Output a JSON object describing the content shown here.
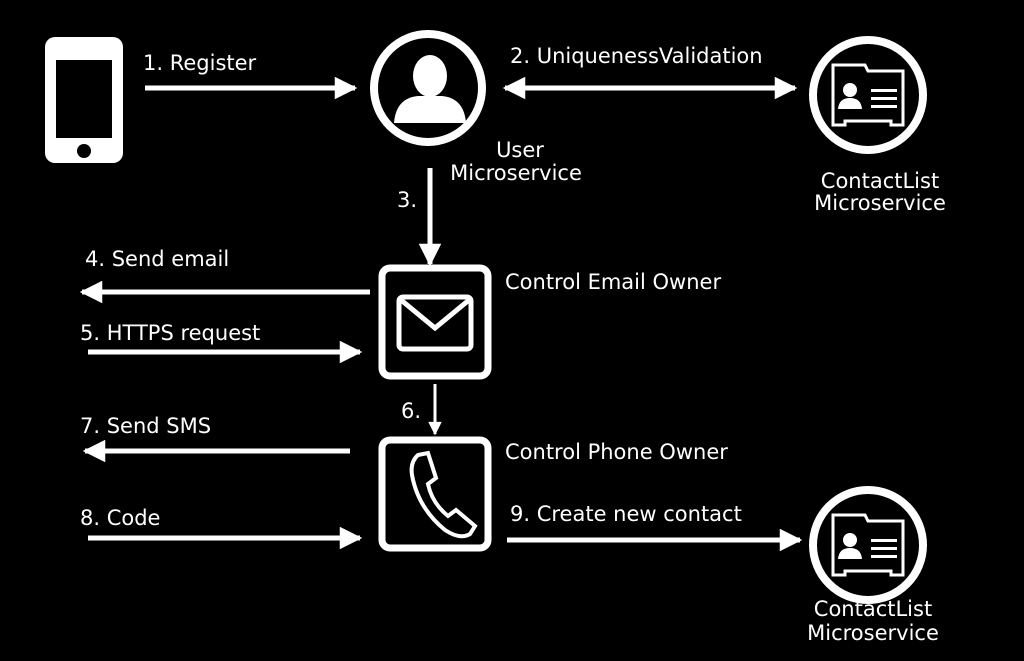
{
  "steps": {
    "s1": "1. Register",
    "s2": "2. UniquenessValidation",
    "s3": "3.",
    "s4": "4. Send email",
    "s5": "5. HTTPS request",
    "s6": "6.",
    "s7": "7. Send SMS",
    "s8": "8. Code",
    "s9": "9. Create new contact"
  },
  "nodes": {
    "user_line1": "User",
    "user_line2": "Microservice",
    "contact1_line1": "ContactList",
    "contact1_line2": "Microservice",
    "email": "Control Email Owner",
    "phone": "Control Phone Owner",
    "contact2_line1": "ContactList",
    "contact2_line2": "Microservice"
  },
  "colors": {
    "background": "#000000",
    "foreground": "#ffffff"
  }
}
